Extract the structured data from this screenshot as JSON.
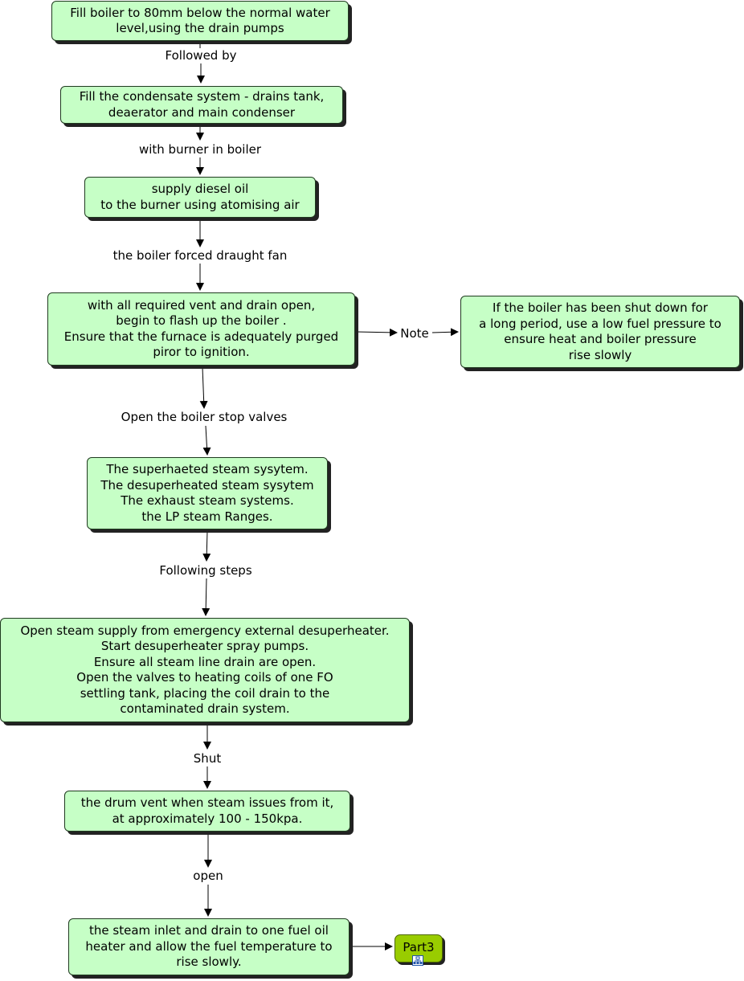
{
  "nodes": {
    "n1": "Fill boiler to 80mm below the normal water\nlevel,using the drain pumps",
    "n2": "Fill the condensate system - drains tank,\ndeaerator and main condenser",
    "n3": "supply diesel oil\n to the burner using atomising air",
    "n4": "with all required vent and drain open,\nbegin to flash up the boiler .\nEnsure that the furnace is adequately purged\npiror to ignition.",
    "n5": "If the boiler has been shut down for\na long period, use a low fuel pressure to\nensure heat and boiler pressure\nrise slowly",
    "n6": "The superhaeted steam sysytem.\nThe desuperheated steam sysytem\nThe exhaust steam systems.\nthe LP steam Ranges.",
    "n7": "Open steam supply from emergency external desuperheater.\nStart desuperheater spray pumps.\nEnsure all steam line drain are open.\nOpen the valves to heating coils of one FO\nsettling tank, placing the coil drain to the\ncontaminated drain system.",
    "n8": "the drum vent when steam issues from it,\nat approximately 100 - 150kpa.",
    "n9": "the steam inlet and drain to one fuel oil\nheater and allow the fuel temperature to\nrise slowly.",
    "part": "Part3"
  },
  "labels": {
    "l1": "Followed by",
    "l2": "with burner in boiler",
    "l3": "the boiler forced draught fan",
    "l4": "Note",
    "l5": "Open the boiler stop valves",
    "l6": "Following steps",
    "l7": "Shut",
    "l8": "open"
  },
  "colors": {
    "node_fill": "#c6ffc6",
    "part_fill": "#99cc00",
    "edge": "#000000"
  },
  "icons": [
    "part3-link-icon"
  ]
}
